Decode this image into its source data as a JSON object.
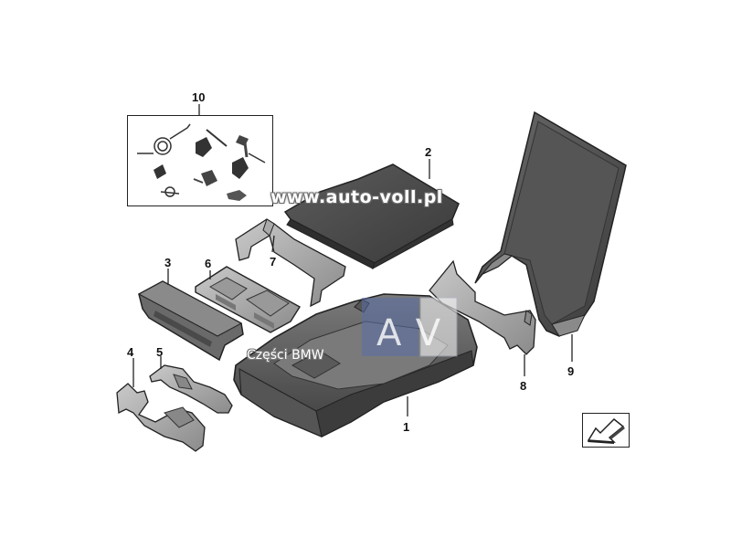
{
  "labels": {
    "p1": "1",
    "p2": "2",
    "p3": "3",
    "p4": "4",
    "p5": "5",
    "p6": "6",
    "p7": "7",
    "p8": "8",
    "p9": "9",
    "p10": "10"
  },
  "watermark": {
    "url": "www.auto-voll.pl",
    "caption": "Części BMW",
    "logo_letters": "AV"
  },
  "icons": {
    "nav": "arrow-down-left-icon"
  },
  "colors": {
    "part_dark": "#4a4a4a",
    "part_mid": "#6d6d6d",
    "part_light": "#9a9a9a",
    "outline": "#222222",
    "watermark_blue": "#5b6fa8"
  }
}
